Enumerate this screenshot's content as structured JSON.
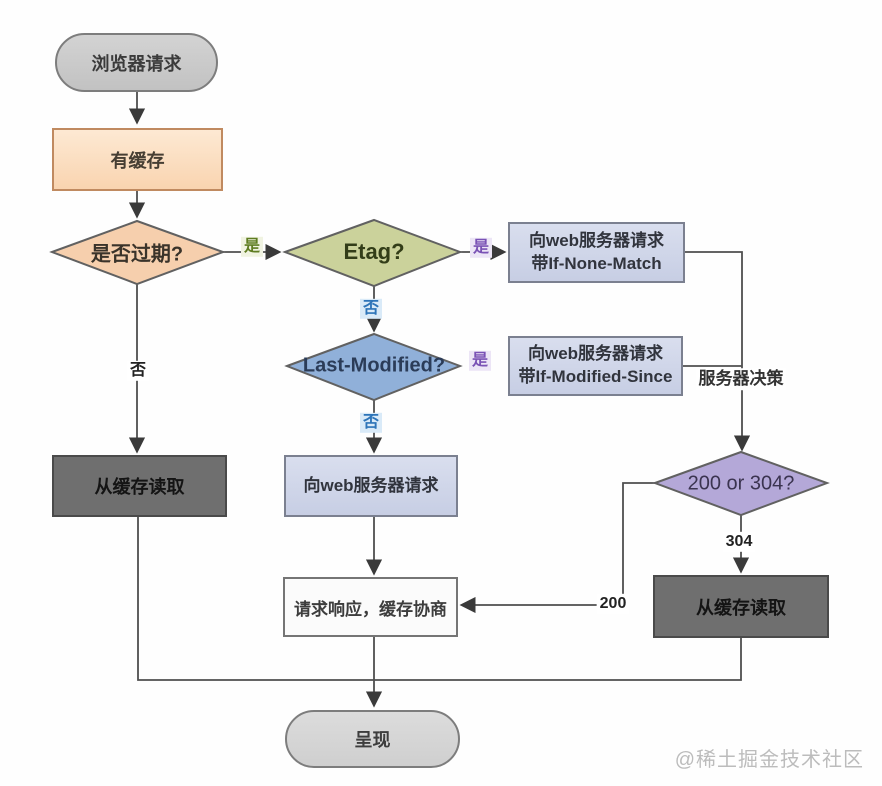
{
  "nodes": {
    "start": {
      "label": "浏览器请求"
    },
    "has_cache": {
      "label": "有缓存"
    },
    "expired": {
      "label": "是否过期?"
    },
    "etag": {
      "label": "Etag?"
    },
    "req_if_none_match": {
      "line1": "向web服务器请求",
      "line2": "带If-None-Match"
    },
    "last_modified": {
      "label": "Last-Modified?"
    },
    "req_if_modified_since": {
      "line1": "向web服务器请求",
      "line2": "带If-Modified-Since"
    },
    "read_cache_left": {
      "label": "从缓存读取"
    },
    "web_request": {
      "label": "向web服务器请求"
    },
    "decision": {
      "label": "200 or 304?"
    },
    "read_cache_right": {
      "label": "从缓存读取"
    },
    "response": {
      "label": "请求响应，缓存协商"
    },
    "render": {
      "label": "呈现"
    }
  },
  "edge_labels": {
    "yes_expired": "是",
    "yes_etag": "是",
    "yes_last_modified": "是",
    "no_etag": "否",
    "no_last_modified": "否",
    "no_expired": "否",
    "server_decision": "服务器决策",
    "status_304": "304",
    "status_200": "200"
  },
  "watermark": "@稀土掘金技术社区",
  "colors": {
    "line": "#4f4f4f",
    "start-border": "#7d7d7d",
    "peach-border": "#c08a60",
    "expired-fill": "#f6cfad",
    "etag-fill": "#cbd29b",
    "lm-fill": "#90b0d9",
    "decision-fill": "#b4a8d8",
    "diamond-border": "#616161",
    "lavender-border": "#7b8090",
    "dark-fill": "#6f6f6f",
    "dark-border": "#4a4a4a",
    "response-fill": "#fbfbfb",
    "gray-border": "#757575",
    "label-green": "#5f7d22",
    "label-purple": "#7a52b5",
    "label-blue": "#2d74b8",
    "label-dark": "#222222",
    "watermark": "#bcbcbc"
  }
}
